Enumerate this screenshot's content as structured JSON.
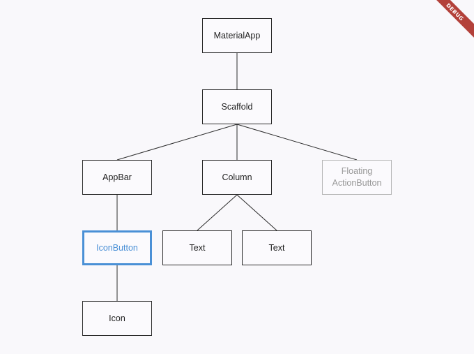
{
  "debug_banner": "DEBUG",
  "nodes": {
    "material_app": "MaterialApp",
    "scaffold": "Scaffold",
    "app_bar": "AppBar",
    "column": "Column",
    "floating_action_button": "Floating\nActionButton",
    "icon_button": "IconButton",
    "text_1": "Text",
    "text_2": "Text",
    "icon": "Icon"
  },
  "states": {
    "selected": "icon_button",
    "disabled": "floating_action_button"
  },
  "colors": {
    "selected": "#4a90d6",
    "disabled": "#b9b9b9",
    "line": "#2b2b2b",
    "debug_ribbon": "#b3413a"
  }
}
